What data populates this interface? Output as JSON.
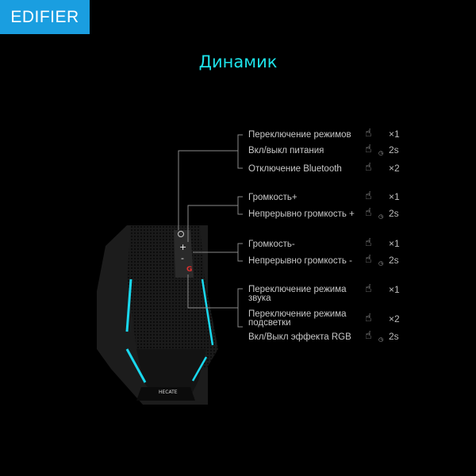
{
  "brand": {
    "logo": "EDIFIER",
    "color": "#1a9ee0"
  },
  "title": "Динамик",
  "speaker_label": "HECATE",
  "groups": [
    {
      "items": [
        {
          "label": "Переключение режимов",
          "action": "×1"
        },
        {
          "label": "Вкл/выкл питания",
          "action": "2s"
        },
        {
          "label": "Отключение  Bluetooth",
          "action": "×2"
        }
      ]
    },
    {
      "items": [
        {
          "label": "Громкость+",
          "action": "×1"
        },
        {
          "label": "Непрерывно громкость +",
          "action": "2s"
        }
      ]
    },
    {
      "items": [
        {
          "label": "Громкость-",
          "action": "×1"
        },
        {
          "label": "Непрерывно громкость -",
          "action": "2s"
        }
      ]
    },
    {
      "items": [
        {
          "label": "Переключение режима звука",
          "action": "×1"
        },
        {
          "label": "Переключение режима подсветки",
          "action": "×2"
        },
        {
          "label": "Вкл/Выкл эффекта RGB",
          "action": "2s"
        }
      ]
    }
  ]
}
